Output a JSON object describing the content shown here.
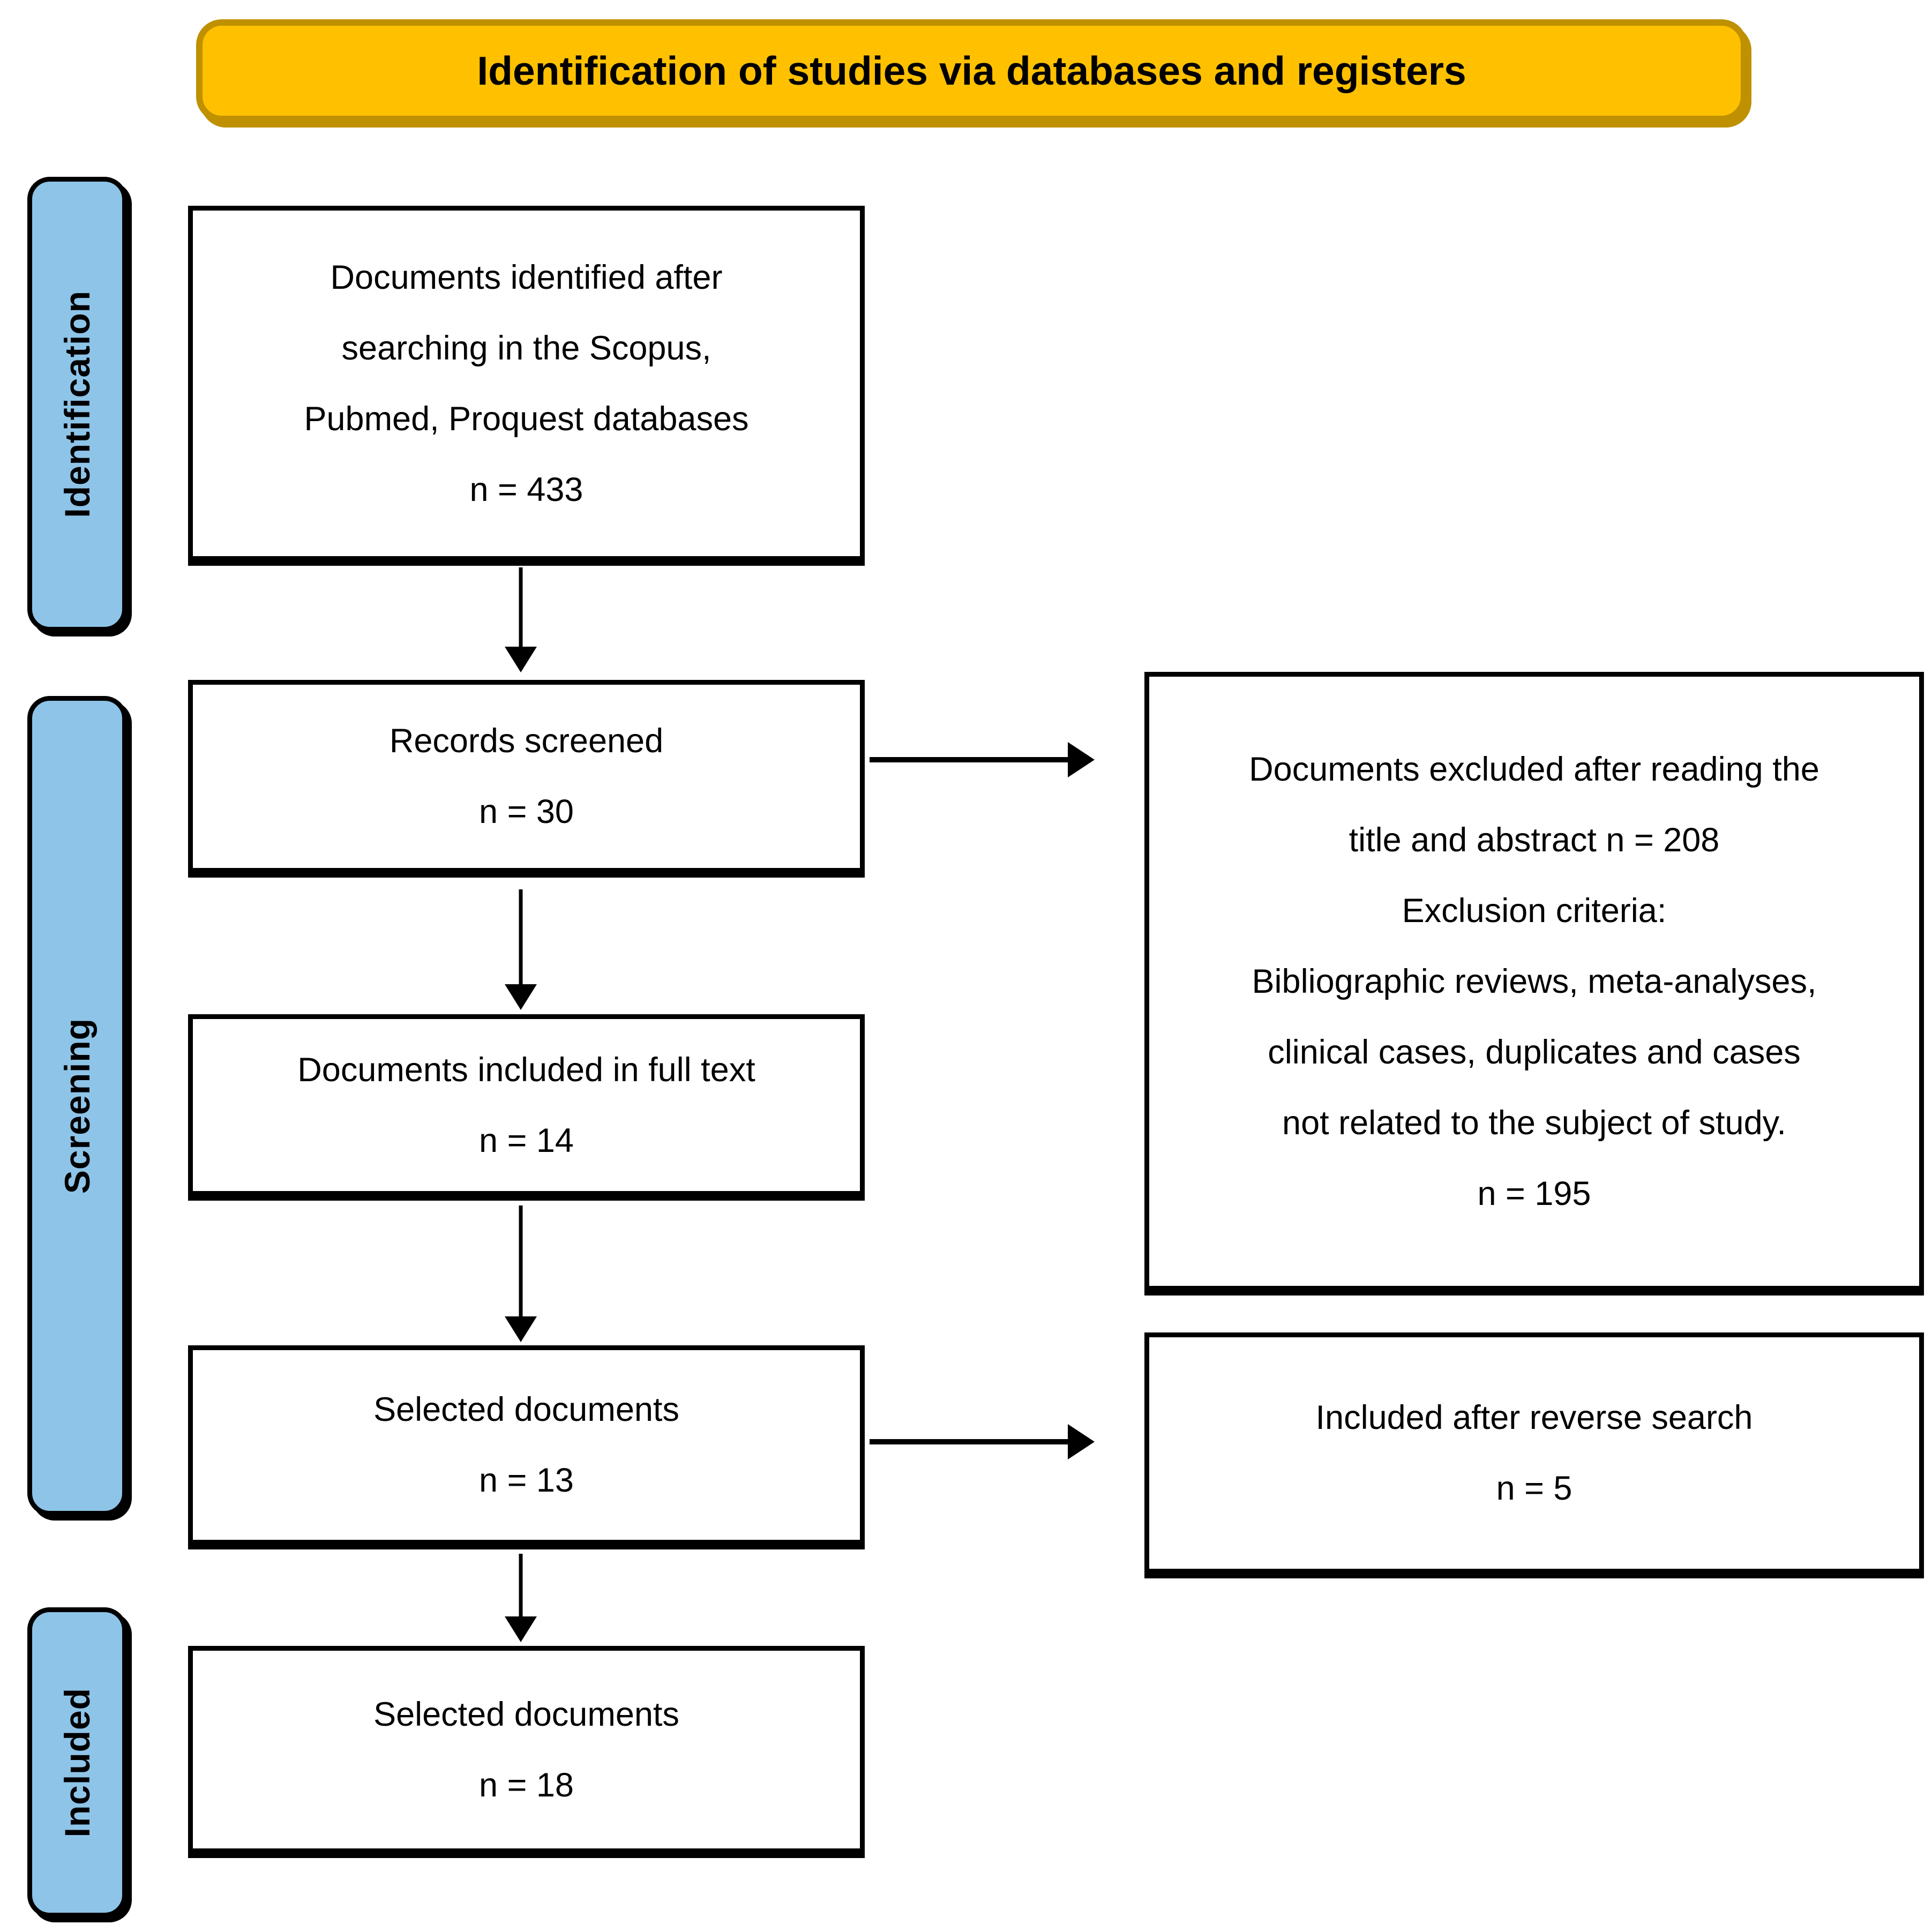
{
  "title": "Identification of studies via databases and registers",
  "stages": [
    {
      "label": "Identification"
    },
    {
      "label": "Screening"
    },
    {
      "label": "Included"
    }
  ],
  "boxes": {
    "identified": {
      "lines": [
        "Documents identified after",
        "searching in the Scopus,",
        "Pubmed, Proquest databases",
        "n = 433"
      ]
    },
    "screened": {
      "lines": [
        "Records screened",
        "n = 30"
      ]
    },
    "full_text": {
      "lines": [
        "Documents included in full text",
        "n = 14"
      ]
    },
    "selected": {
      "lines": [
        "Selected documents",
        "n = 13"
      ]
    },
    "excluded": {
      "lines": [
        "Documents excluded after reading the",
        "title and abstract n = 208",
        "Exclusion criteria:",
        "Bibliographic reviews, meta-analyses,",
        "clinical cases, duplicates and cases",
        "not related to the subject of study.",
        "n = 195"
      ]
    },
    "reverse_search": {
      "lines": [
        "Included after reverse search",
        "n = 5"
      ]
    },
    "final_selected": {
      "lines": [
        "Selected documents",
        "n = 18"
      ]
    }
  },
  "colors": {
    "banner_fill": "#FFC000",
    "banner_border": "#BF9000",
    "stage_fill": "#8EC4E8",
    "line_color": "#000000",
    "box_fill": "#FFFFFF"
  }
}
